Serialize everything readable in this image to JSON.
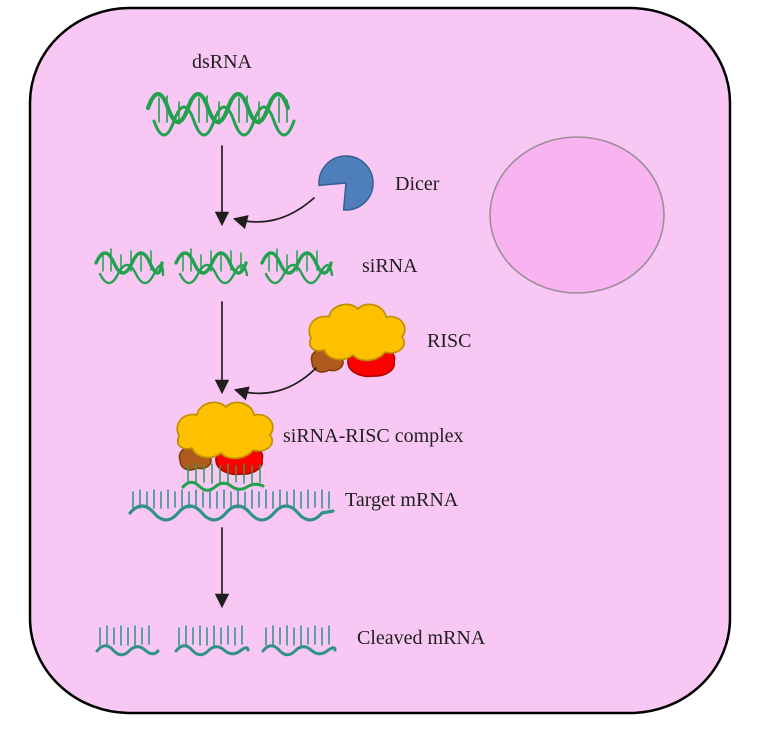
{
  "diagram": {
    "labels": {
      "dsrna": "dsRNA",
      "dicer": "Dicer",
      "sirna": "siRNA",
      "risc": "RISC",
      "complex": "siRNA-RISC complex",
      "target_mrna": "Target mRNA",
      "cleaved_mrna": "Cleaved mRNA"
    }
  },
  "colors": {
    "cell-fill": "#f8c7f4",
    "cell-stroke": "#000000",
    "nucleus-fill": "#f9b3f0",
    "nucleus-stroke": "#9a8f9a",
    "rna-green": "#22a14e",
    "mrna-teal": "#2f9188",
    "dicer-blue": "#4f7fba",
    "dicer-stroke": "#355f94",
    "risc-yellow": "#ffc000",
    "risc-yellow-stroke": "#bf9000",
    "risc-brown": "#b05a1e",
    "risc-brown-stroke": "#7a3b00",
    "risc-red": "#ff0000",
    "risc-red-stroke": "#b00000",
    "arrow": "#1f1f1f",
    "text": "#1f1f1f"
  }
}
